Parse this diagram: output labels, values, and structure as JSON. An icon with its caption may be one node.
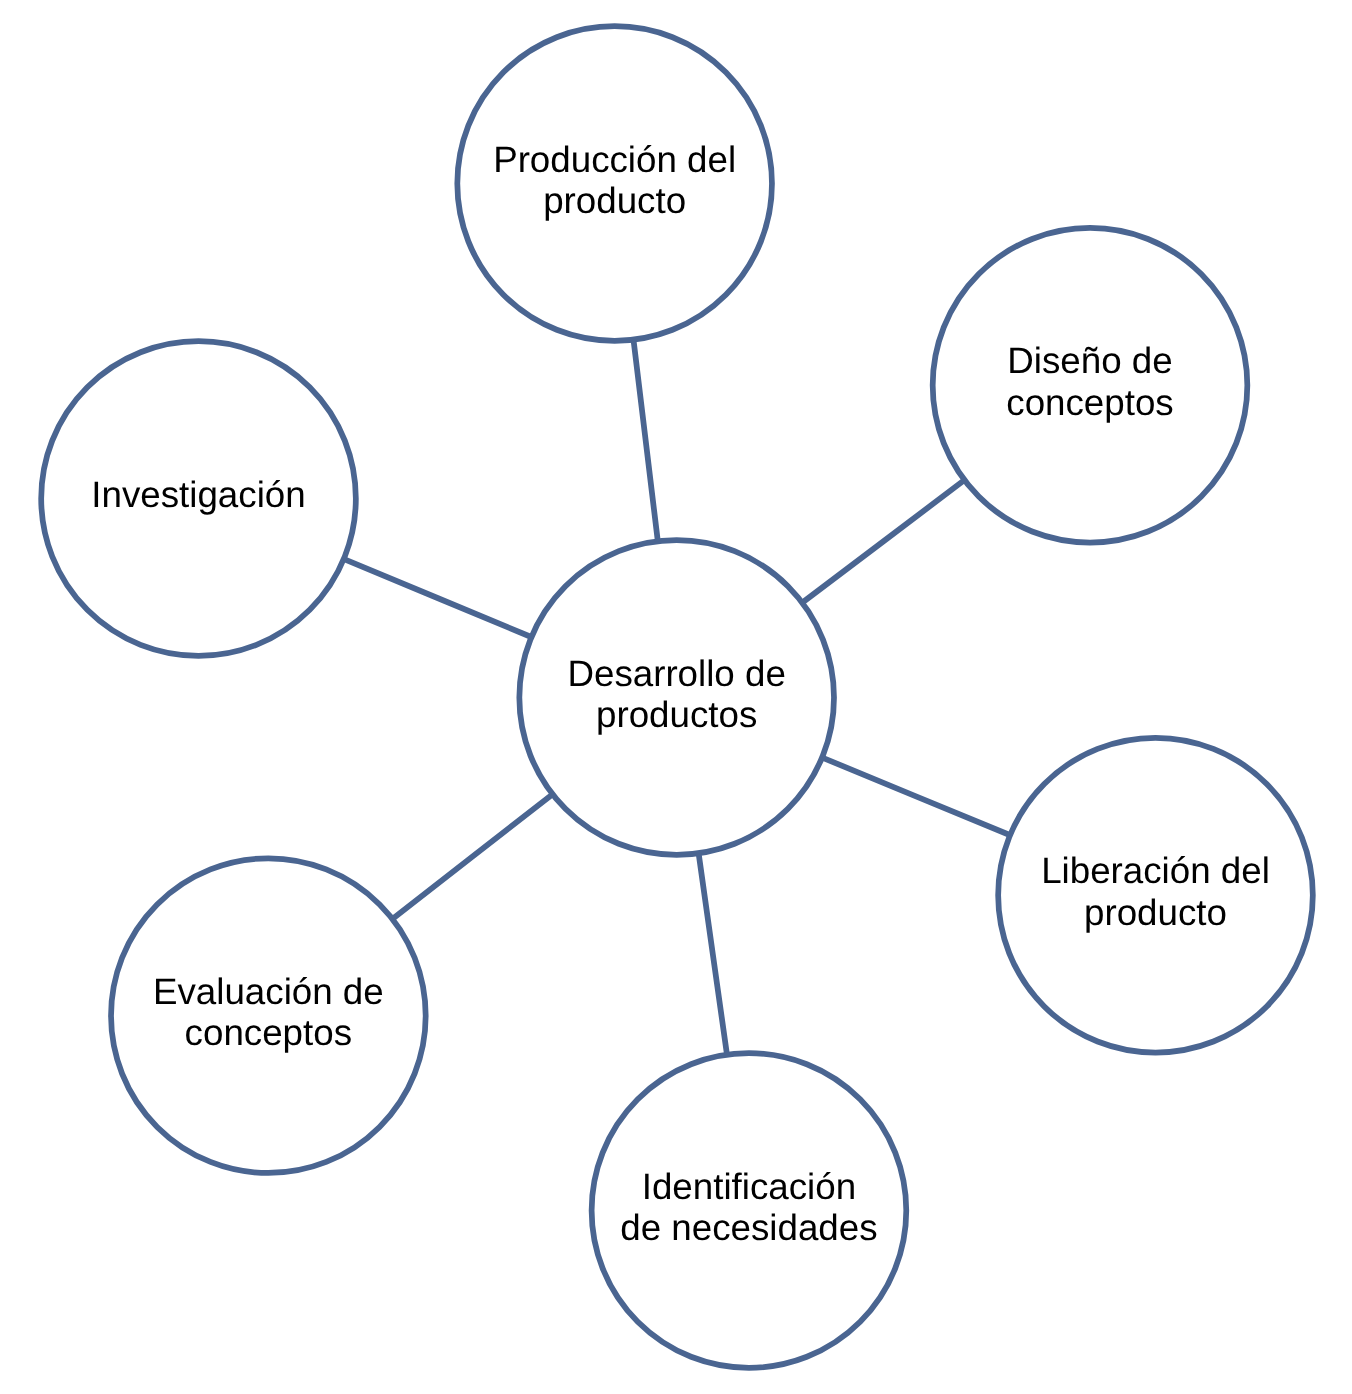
{
  "diagram": {
    "nodes": [
      {
        "text": [
          "Investigación"
        ]
      },
      {
        "text": [
          "Liberación del producto"
        ]
      },
      {
        "text": [
          "Identificación de necesidades"
        ]
      },
      {
        "text": [
          "Desarrollo de productos"
        ]
      },
      {
        "text": [
          "Diseño de conceptos"
        ]
      },
      {
        "text": [
          "Producción del producto"
        ]
      },
      {
        "text": [
          "Evaluación de conceptos"
        ]
      }
    ],
    "edges": [
      {
        "from": 3,
        "to": 0,
        "arrow": "none"
      },
      {
        "from": 3,
        "to": 2,
        "arrow": "none"
      },
      {
        "from": 3,
        "to": 4,
        "arrow": "none"
      },
      {
        "from": 3,
        "to": 6,
        "arrow": "none"
      },
      {
        "from": 3,
        "to": 5,
        "arrow": "none"
      },
      {
        "from": 3,
        "to": 1,
        "arrow": "none"
      }
    ]
  }
}
